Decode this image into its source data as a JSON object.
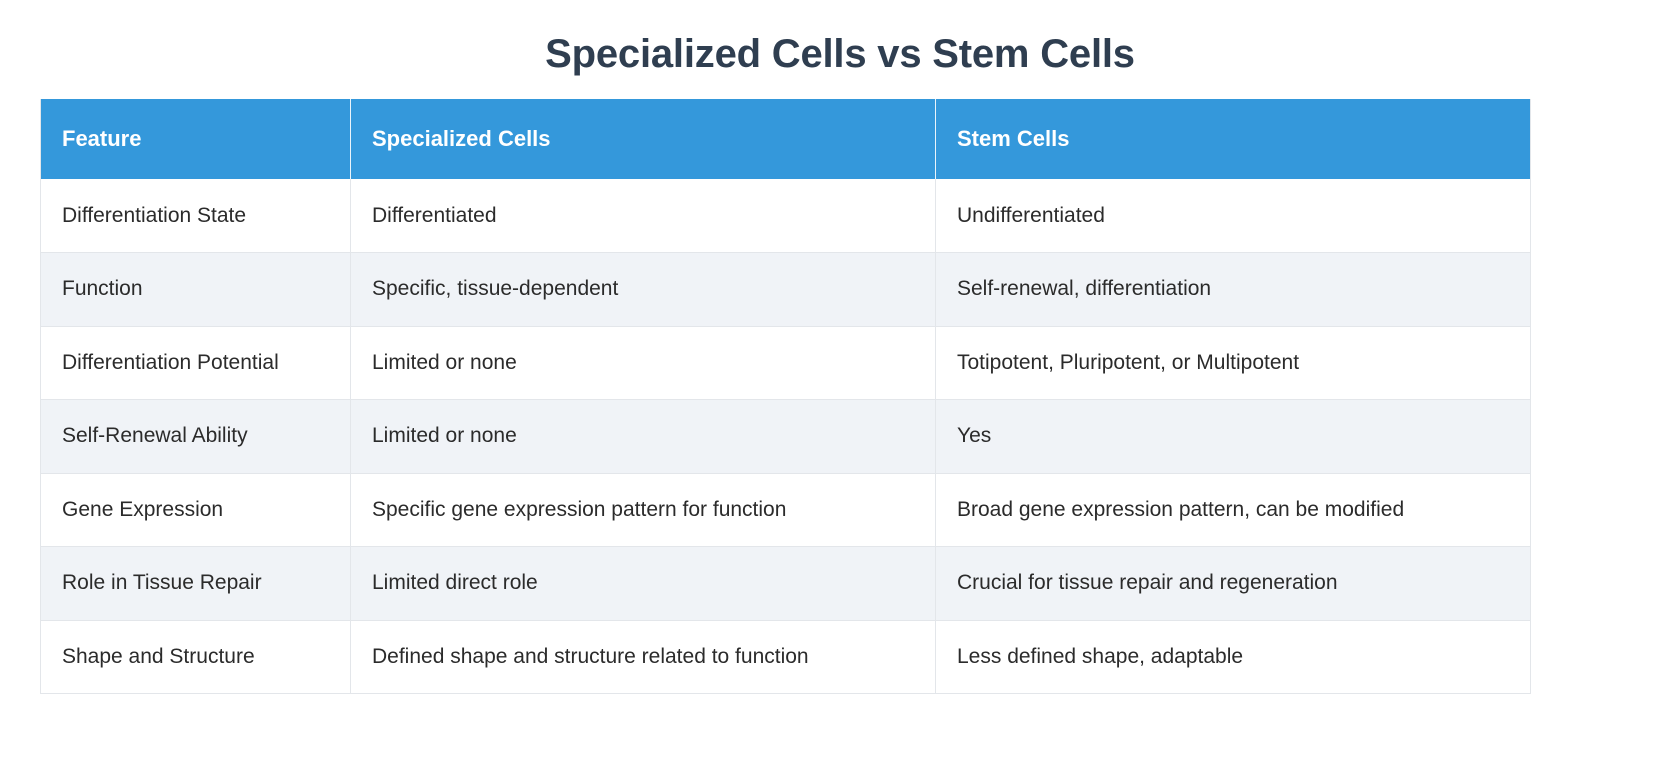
{
  "page": {
    "title": "Specialized Cells vs Stem Cells",
    "background_color": "#ffffff",
    "title_color": "#2f3e50"
  },
  "table": {
    "header_background_color": "#3498db",
    "header_text_color": "#ffffff",
    "alt_row_background_color": "#f0f3f7",
    "row_background_color": "#ffffff",
    "border_color": "#e3e6ea",
    "body_text_color": "#2b2b2b",
    "columns": [
      "Feature",
      "Specialized Cells",
      "Stem Cells"
    ],
    "rows": [
      {
        "feature": "Differentiation State",
        "specialized": "Differentiated",
        "stem": "Undifferentiated"
      },
      {
        "feature": "Function",
        "specialized": "Specific, tissue-dependent",
        "stem": "Self-renewal, differentiation"
      },
      {
        "feature": "Differentiation Potential",
        "specialized": "Limited or none",
        "stem": "Totipotent, Pluripotent, or Multipotent"
      },
      {
        "feature": "Self-Renewal Ability",
        "specialized": "Limited or none",
        "stem": "Yes"
      },
      {
        "feature": "Gene Expression",
        "specialized": "Specific gene expression pattern for function",
        "stem": "Broad gene expression pattern, can be modified"
      },
      {
        "feature": "Role in Tissue Repair",
        "specialized": "Limited direct role",
        "stem": "Crucial for tissue repair and regeneration"
      },
      {
        "feature": "Shape and Structure",
        "specialized": "Defined shape and structure related to function",
        "stem": "Less defined shape, adaptable"
      }
    ]
  }
}
